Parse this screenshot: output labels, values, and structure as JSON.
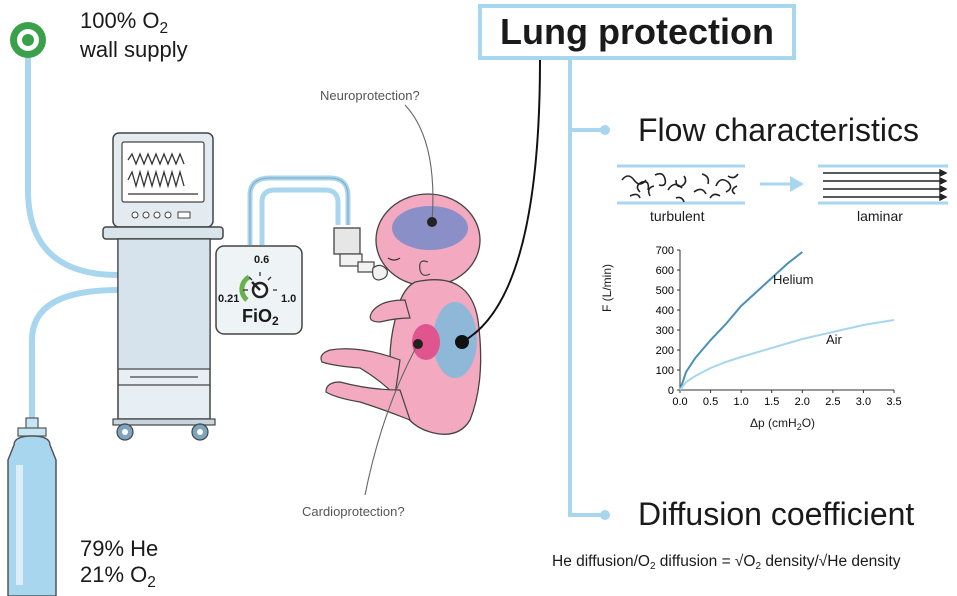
{
  "o2_supply": {
    "line1_prefix": "100% O",
    "line1_sub": "2",
    "line2": "wall supply"
  },
  "heliox_supply": {
    "line1": "79% He",
    "line2_prefix": "21% O",
    "line2_sub": "2"
  },
  "title": "Lung protection",
  "neuro_label": "Neuroprotection?",
  "cardio_label": "Cardioprotection?",
  "fio2": {
    "tick_low": "0.21",
    "tick_mid": "0.6",
    "tick_high": "1.0",
    "label_prefix": "FiO",
    "label_sub": "2"
  },
  "flow_section": {
    "title": "Flow characteristics",
    "turbulent": "turbulent",
    "laminar": "laminar"
  },
  "diffusion_section": {
    "title": "Diffusion coefficient"
  },
  "formula": {
    "prefix": "He diffusion/O",
    "sub1": "2",
    "mid": " diffusion = √O",
    "sub2": "2",
    "suffix": " density/√He density"
  },
  "colors": {
    "tube": "#a8d6ee",
    "helium_line": "#4a90b8",
    "air_line": "#a8d6ee",
    "fio2_green": "#6ab04c",
    "baby_skin": "#f3a9c0",
    "brain": "#8b8fc7",
    "lung": "#8fb8d8",
    "heart": "#e0558e"
  },
  "chart_data": {
    "type": "line",
    "x_label_prefix": "Δp (cmH",
    "x_label_sub": "2",
    "x_label_suffix": "O)",
    "ylabel": "F (L/min)",
    "xlim": [
      0,
      3.5
    ],
    "ylim": [
      0,
      700
    ],
    "x_ticks": [
      "0.0",
      "0.5",
      "1.0",
      "1.5",
      "2.0",
      "2.5",
      "3.0",
      "3.5"
    ],
    "y_ticks": [
      "0",
      "100",
      "200",
      "300",
      "400",
      "500",
      "600",
      "700"
    ],
    "series": [
      {
        "name": "Helium",
        "x": [
          0,
          0.1,
          0.25,
          0.5,
          0.75,
          1.0,
          1.25,
          1.5,
          1.75,
          2.0
        ],
        "y": [
          0,
          90,
          160,
          250,
          330,
          420,
          490,
          560,
          630,
          690
        ]
      },
      {
        "name": "Air",
        "x": [
          0,
          0.1,
          0.25,
          0.5,
          0.75,
          1.0,
          1.5,
          2.0,
          2.5,
          3.0,
          3.5
        ],
        "y": [
          0,
          40,
          70,
          110,
          140,
          165,
          210,
          255,
          290,
          325,
          350
        ]
      }
    ]
  }
}
